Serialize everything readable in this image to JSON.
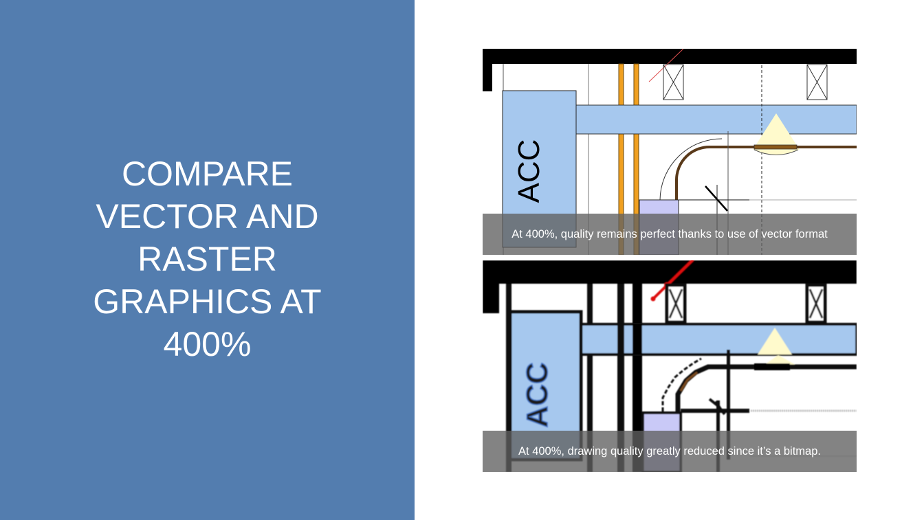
{
  "slide": {
    "title": "COMPARE VECTOR AND RASTER GRAPHICS AT 400%",
    "background_color": "#537daf",
    "text_color": "#ffffff"
  },
  "figures": [
    {
      "id": "vector",
      "zoom": "400%",
      "format": "vector",
      "label_in_drawing": "ACC",
      "caption": "At 400%, quality remains perfect thanks to use of vector format"
    },
    {
      "id": "raster",
      "zoom": "400%",
      "format": "bitmap",
      "label_in_drawing": "ACC",
      "caption": "At 400%, drawing quality greatly reduced since it’s a bitmap."
    }
  ],
  "colors": {
    "duct_blue": "#a6c8ee",
    "unit_lavender": "#c9c9f7",
    "pipe_orange": "#f0a020",
    "pipe_brown": "#5a3a1a",
    "light_yellow": "#fffacc",
    "red_line": "#d03030",
    "caption_overlay": "#606060"
  }
}
